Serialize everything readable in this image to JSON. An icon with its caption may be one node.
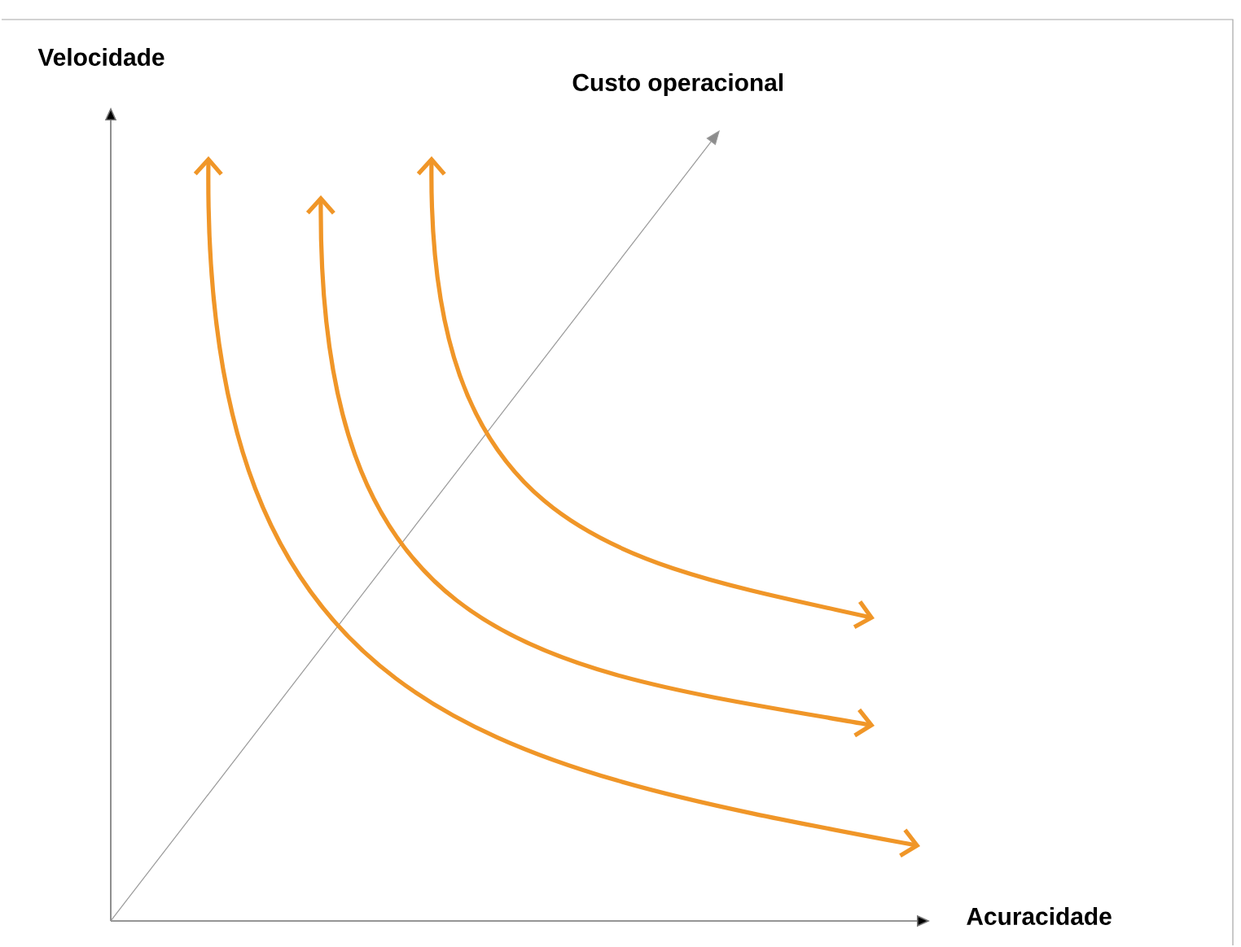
{
  "diagram": {
    "labels": [
      "Velocidade",
      "Custo operacional",
      "Acuracidade"
    ]
  }
}
